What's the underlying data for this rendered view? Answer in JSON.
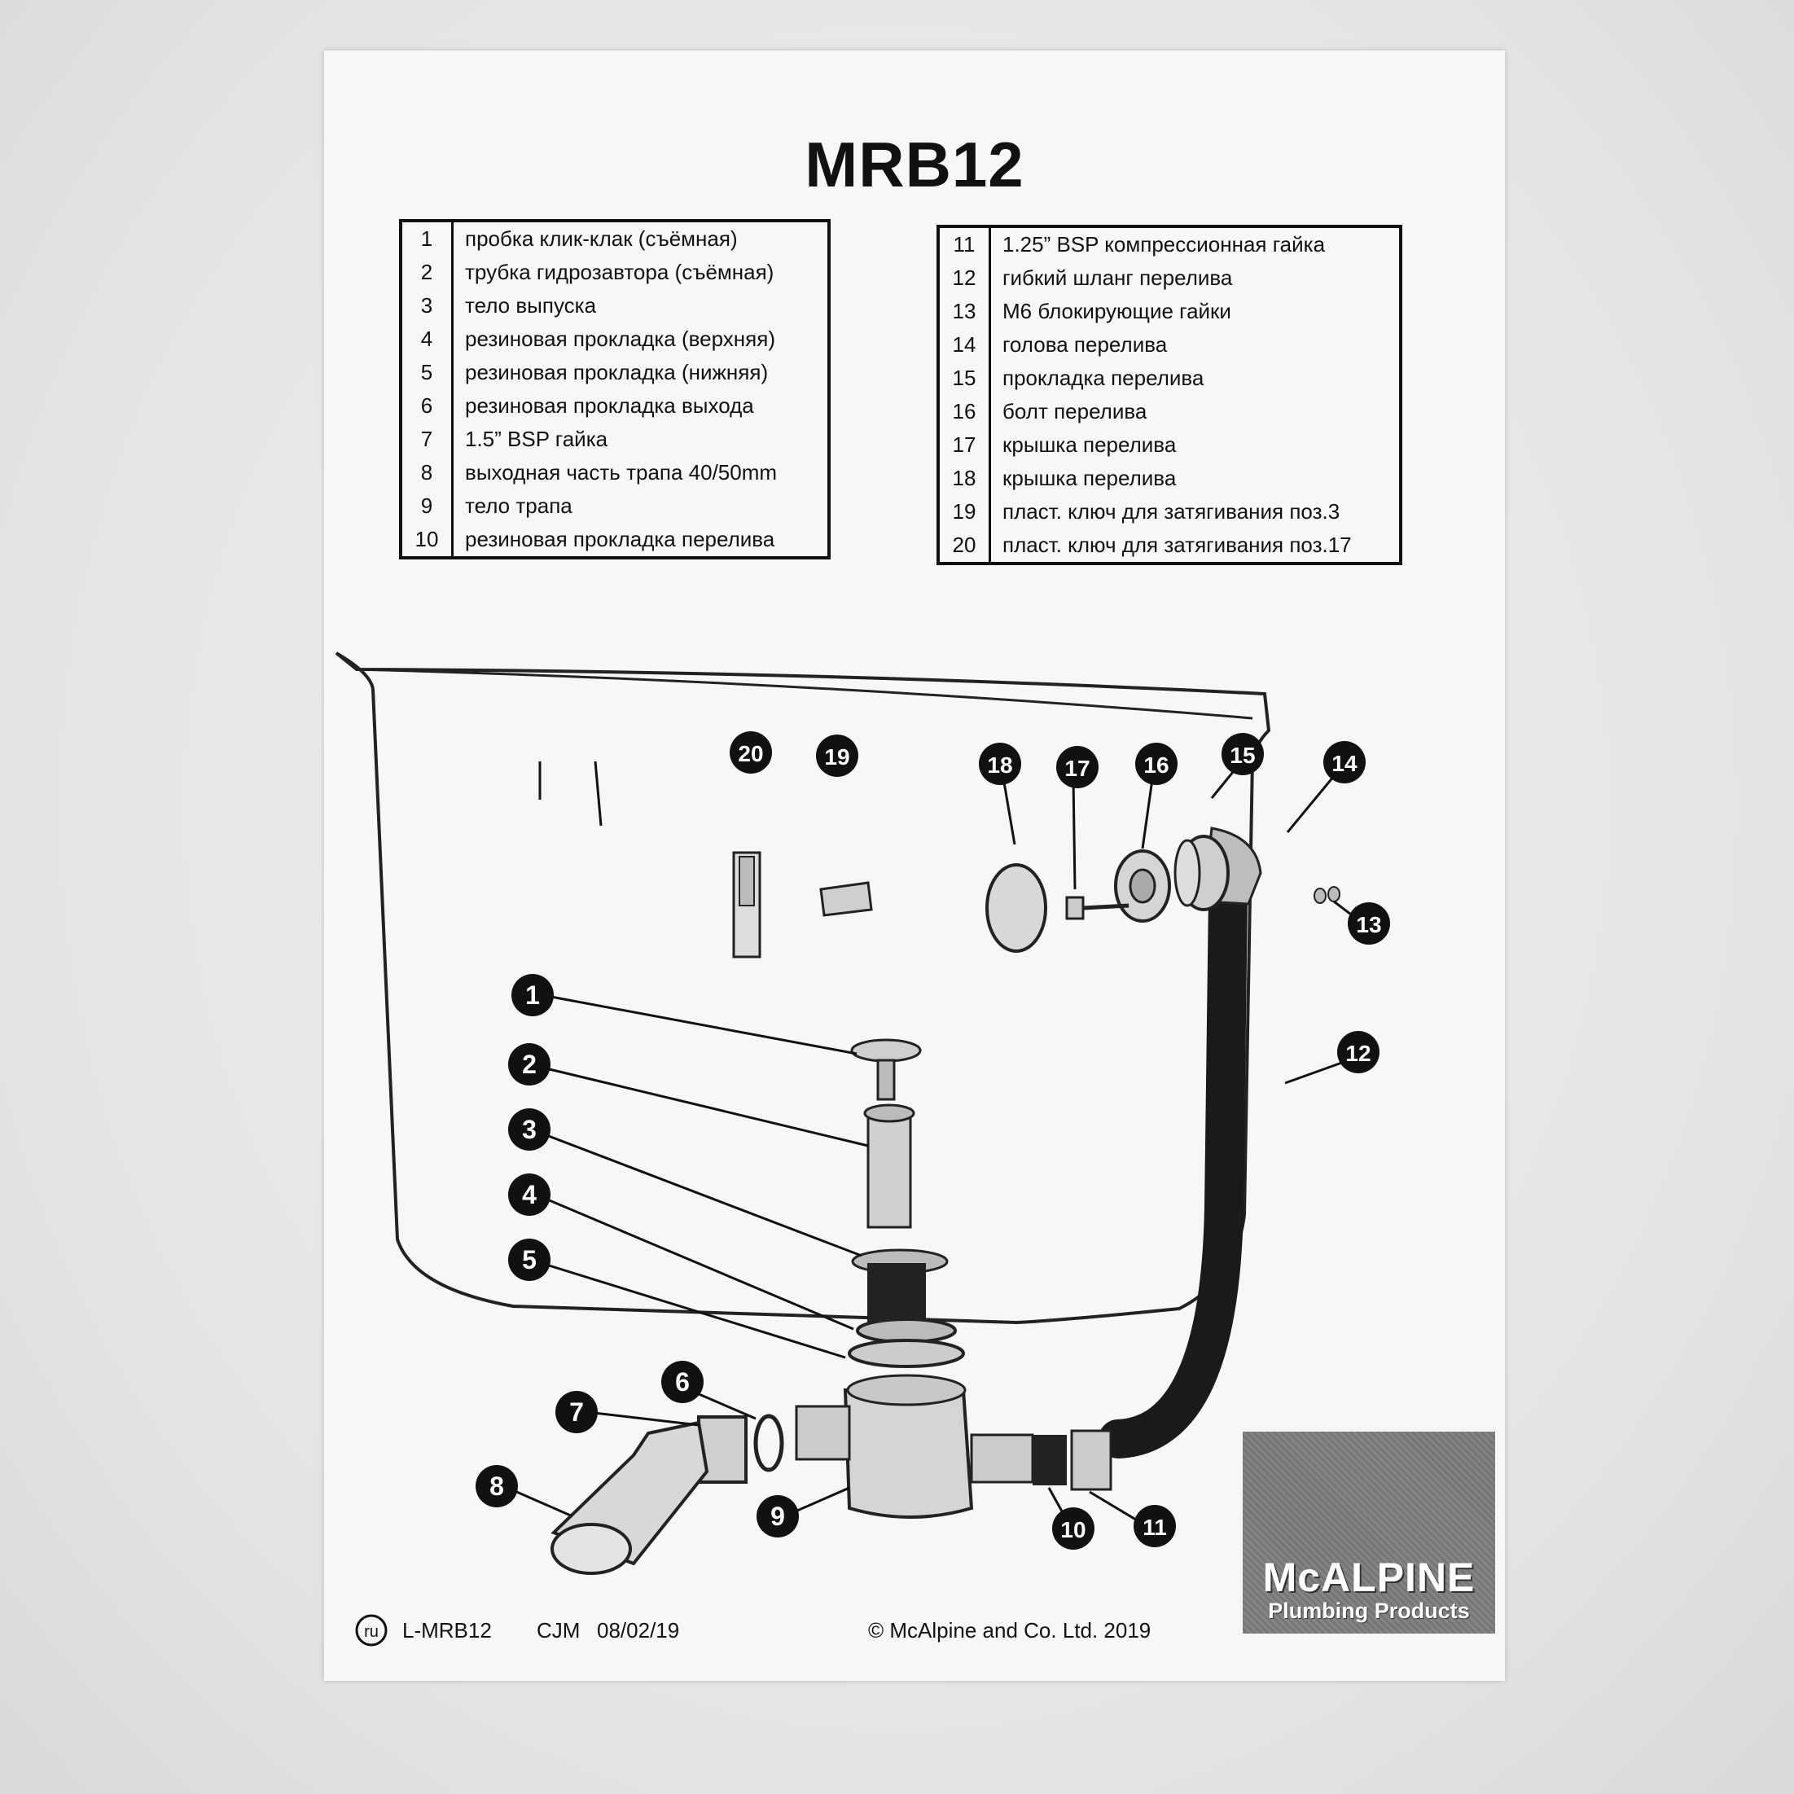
{
  "document": {
    "title": "MRB12",
    "parts_left": [
      {
        "num": "1",
        "text": "пробка клик-клак (съёмная)"
      },
      {
        "num": "2",
        "text": "трубка гидрозавтора (съёмная)"
      },
      {
        "num": "3",
        "text": "тело выпуска"
      },
      {
        "num": "4",
        "text": "резиновая прокладка (верхняя)"
      },
      {
        "num": "5",
        "text": "резиновая прокладка (нижняя)"
      },
      {
        "num": "6",
        "text": "резиновая прокладка выхода"
      },
      {
        "num": "7",
        "text": "1.5” BSP гайка"
      },
      {
        "num": "8",
        "text": "выходная часть трапа 40/50mm"
      },
      {
        "num": "9",
        "text": "тело трапа"
      },
      {
        "num": "10",
        "text": "резиновая прокладка перелива"
      }
    ],
    "parts_right": [
      {
        "num": "11",
        "text": "1.25”  BSP компрессионная гайка"
      },
      {
        "num": "12",
        "text": "гибкий шланг перелива"
      },
      {
        "num": "13",
        "text": "M6 блокирующие гайки"
      },
      {
        "num": "14",
        "text": "голова перелива"
      },
      {
        "num": "15",
        "text": "прокладка перелива"
      },
      {
        "num": "16",
        "text": "болт перелива"
      },
      {
        "num": "17",
        "text": "крышка перелива"
      },
      {
        "num": "18",
        "text": "крышка перелива"
      },
      {
        "num": "19",
        "text": "пласт. ключ для затягивания поз.3"
      },
      {
        "num": "20",
        "text": "пласт. ключ для затягивания поз.17"
      }
    ],
    "callout_numbers": [
      "1",
      "2",
      "3",
      "4",
      "5",
      "6",
      "7",
      "8",
      "9",
      "10",
      "11",
      "12",
      "13",
      "14",
      "15",
      "16",
      "17",
      "18",
      "19",
      "20"
    ],
    "footer": {
      "ru_mark": "ru",
      "doc_code": "L-MRB12",
      "author": "CJM",
      "date": "08/02/19",
      "copyright": "© McAlpine and Co. Ltd. 2019"
    },
    "logo": {
      "name": "McALPINE",
      "tagline": "Plumbing Products"
    }
  }
}
